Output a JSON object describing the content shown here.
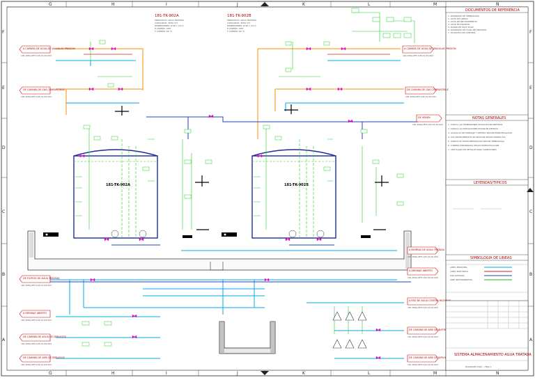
{
  "grid": {
    "columns": [
      "G",
      "H",
      "I",
      "J",
      "K",
      "L",
      "M",
      "N"
    ],
    "rows": [
      "F",
      "E",
      "D",
      "C",
      "B",
      "A"
    ]
  },
  "tanks": [
    {
      "tag": "181-TK-902A",
      "desc": [
        "PRODUCTO: AGUA TRATADA",
        "CAPACIDAD: 3000 m3",
        "DIMENSIONES: Ø 20 x 10 m",
        "P. DISEÑO: ATM",
        "T. DISEÑO: 60 °C"
      ]
    },
    {
      "tag": "181-TK-902B",
      "desc": [
        "PRODUCTO: AGUA TRATADA",
        "CAPACIDAD: 3000 m3",
        "DIMENSIONES: Ø 20 x 10 m",
        "P. DISEÑO: ATM",
        "T. DISEÑO: 60 °C"
      ]
    }
  ],
  "tank_inner_labels": [
    "181-TK-902A",
    "181-TK-902B"
  ],
  "flags_left": [
    {
      "text": "A CAMARA DE AGUA DE VALVULAS PRESION",
      "ref": "181-DWG-PFP-105-01-P2-003"
    },
    {
      "text": "DE CAMARA DE GAS COMBUSTIBLE",
      "ref": "181-DWG-PFP-105-01-P2-003"
    },
    {
      "text": "DE FILTROS DE AGUA TRATADA",
      "ref": "181-DWG-PFP-105-01-P2-003"
    },
    {
      "text": "A DRENAJE ABIERTO",
      "ref": "181-DWG-PFP-105-01-P2-003"
    },
    {
      "text": "DE CAMARA DE AGUA DE SERVICIOS",
      "ref": "181-DWG-PFP-105-01-P2-003"
    },
    {
      "text": "DE CAMARA DE AIRE DE SERVICIOS",
      "ref": "181-DWG-PFP-105-01-P2-003"
    }
  ],
  "flags_right": [
    {
      "text": "A CAMARA DE AGUA DE VALVULAS PRESION",
      "ref": "181-DWG-PFP-105-01-P2-003"
    },
    {
      "text": "DE CAMARA DE GAS COMBUSTIBLE",
      "ref": "181-DWG-PFP-105-01-P2-003"
    },
    {
      "text": "DE VENEN",
      "ref": "181-DWG-PFP-105-01-P2-003"
    },
    {
      "text": "A BOMBAS DE AGUA TRATADA",
      "ref": "181-DWG-PFP-105-01-P2-003"
    },
    {
      "text": "A DRENAJE ABIERTO",
      "ref": "181-DWG-PFP-105-01-P2-003"
    },
    {
      "text": "A RED DE AGUA CONTRA INCENDIO",
      "ref": "181-DWG-PFP-105-01-P2-003"
    },
    {
      "text": "DE CAMARA DE AIRE DE INSTRUMENTOS",
      "ref": "181-DWG-PFP-105-01-P2-003"
    },
    {
      "text": "DE CAMARA DE AIRE DE SERVICIOS",
      "ref": "181-DWG-PFP-105-01-P2-003"
    }
  ],
  "panel": {
    "ref_title": "DOCUMENTOS DE REFERENCIA",
    "ref_items": [
      "1. DIAGRAMA DE SIMBOLOGIA",
      "2. LISTA DE LINEAS",
      "3. LISTA DE INSTRUMENTOS",
      "4. LISTA DE EQUIPOS",
      "5. PLANO DE PLOT PLAN",
      "6. DIAGRAMA DE FLUJO DE PROCESO",
      "7. FILOSOFIA DE CONTROL"
    ],
    "notes_title": "NOTAS GENERALES",
    "notes_items": [
      "1. TODAS LAS DIMENSIONES ESTAN EN MILIMETROS",
      "2. TODAS LAS ELEVACIONES ESTAN EN METROS",
      "3. VALVULAS DE DRENAJE Y VENTEO SEGUN ESPECIFICACION",
      "4. LOS INSTRUMENTOS SE INDICAN SEGUN NORMA ISA",
      "5. LINEAS DE INSTRUMENTACION SEGUN SIMBOLOGIA",
      "6. TUBERIA ENTERRADA SEGUN ESPECIFICACION",
      "7. VER PLANO DE DETALLE PARA CONEXIONES"
    ],
    "leyenda_title": "LEYENDAS/TIPICOS",
    "simbologia_title": "SIMBOLOGIA DE LINEAS",
    "line_legend": [
      {
        "label": "LINEA PRINCIPAL",
        "color": "#00aaee"
      },
      {
        "label": "LINEA ELECTRICA",
        "color": "#d02020"
      },
      {
        "label": "GAS NATURAL",
        "color": "#2040c0"
      },
      {
        "label": "AIRE INSTRUMENTOS",
        "color": "#20b020"
      }
    ],
    "title_main": "SISTEMA ALMACENAMIENTO AGUA TRATADA",
    "title_sub": "DIAGRAMA P&ID - HOJA 1"
  },
  "colors": {
    "water": "#00aaee",
    "gas": "#ff8c00",
    "instrument": "#22cc22",
    "tank": "#1a2a9c",
    "flag": "#cc0000",
    "valve": "#ff00cc"
  }
}
